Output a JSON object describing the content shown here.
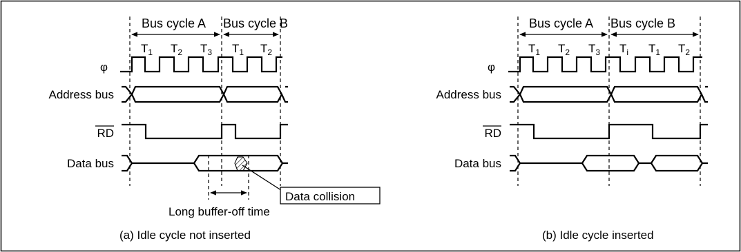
{
  "colors": {
    "line": "#000000",
    "background": "#ffffff",
    "frame": "#000000"
  },
  "panel_a": {
    "bus_cycle_a": "Bus cycle A",
    "bus_cycle_b": "Bus cycle B",
    "clock_label": "φ",
    "address_label": "Address bus",
    "rd_label": "RD",
    "data_label": "Data bus",
    "t_states": [
      {
        "base": "T",
        "sub": "1"
      },
      {
        "base": "T",
        "sub": "2"
      },
      {
        "base": "T",
        "sub": "3"
      },
      {
        "base": "T",
        "sub": "1"
      },
      {
        "base": "T",
        "sub": "2"
      }
    ],
    "collision_label": "Data collision",
    "buffer_off_label": "Long buffer-off time",
    "caption": "(a) Idle cycle not inserted"
  },
  "panel_b": {
    "bus_cycle_a": "Bus cycle A",
    "bus_cycle_b": "Bus cycle B",
    "clock_label": "φ",
    "address_label": "Address bus",
    "rd_label": "RD",
    "data_label": "Data bus",
    "t_states": [
      {
        "base": "T",
        "sub": "1"
      },
      {
        "base": "T",
        "sub": "2"
      },
      {
        "base": "T",
        "sub": "3"
      },
      {
        "base": "T",
        "sub": "i"
      },
      {
        "base": "T",
        "sub": "1"
      },
      {
        "base": "T",
        "sub": "2"
      }
    ],
    "caption": "(b) Idle cycle inserted"
  }
}
